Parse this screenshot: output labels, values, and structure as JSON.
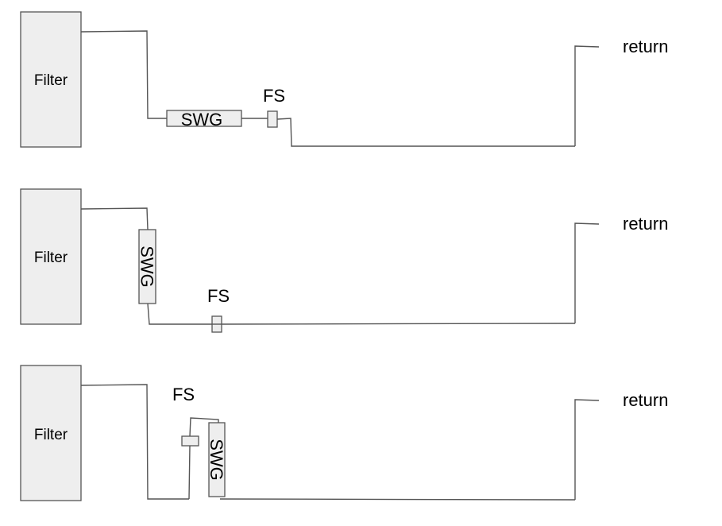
{
  "diagrams": [
    {
      "filter_label": "Filter",
      "swg_label": "SWG",
      "fs_label": "FS",
      "return_label": "return"
    },
    {
      "filter_label": "Filter",
      "swg_label": "SWG",
      "fs_label": "FS",
      "return_label": "return"
    },
    {
      "filter_label": "Filter",
      "swg_label": "SWG",
      "fs_label": "FS",
      "return_label": "return"
    }
  ]
}
